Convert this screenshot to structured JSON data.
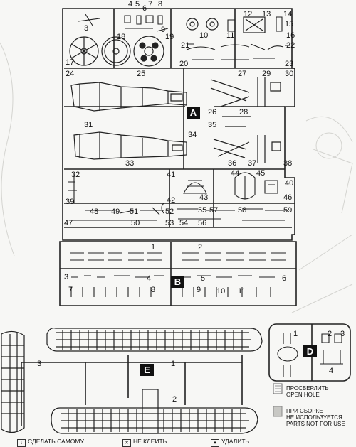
{
  "sprues": {
    "a": {
      "label": "A"
    },
    "b": {
      "label": "B"
    },
    "d": {
      "label": "D"
    },
    "e": {
      "label": "E"
    }
  },
  "callouts": {
    "top": [
      "4",
      "5",
      "6",
      "7",
      "8",
      "14",
      "15",
      "3",
      "11",
      "10",
      "12",
      "13",
      "16",
      "18",
      "19",
      "9",
      "21",
      "22",
      "17",
      "20",
      "23",
      "24",
      "25",
      "27",
      "29",
      "30",
      "26",
      "28",
      "31",
      "34",
      "35",
      "32",
      "33",
      "36",
      "37",
      "38",
      "41",
      "44",
      "45",
      "40",
      "42",
      "43",
      "46",
      "39",
      "47",
      "48",
      "49",
      "50",
      "51",
      "52",
      "53",
      "54",
      "55",
      "56",
      "57",
      "58",
      "59"
    ],
    "b": [
      "1",
      "2",
      "3",
      "4",
      "5",
      "6",
      "7",
      "8",
      "9",
      "10",
      "11"
    ],
    "d": [
      "1",
      "2",
      "3",
      "4"
    ],
    "e": [
      "3",
      "1",
      "2"
    ]
  },
  "legend": {
    "drill_ru": "ПРОСВЕРЛИТЬ",
    "drill_en": "OPEN HOLE",
    "unused_ru1": "ПРИ СБОРКЕ",
    "unused_ru2": "НЕ ИСПОЛЬЗУЕТСЯ",
    "unused_en": "PARTS NOT FOR USE"
  },
  "footer": {
    "diy": "СДЕЛАТЬ САМОМУ",
    "noglue": "НЕ КЛЕИТЬ",
    "remove": "УДАЛИТЬ"
  }
}
